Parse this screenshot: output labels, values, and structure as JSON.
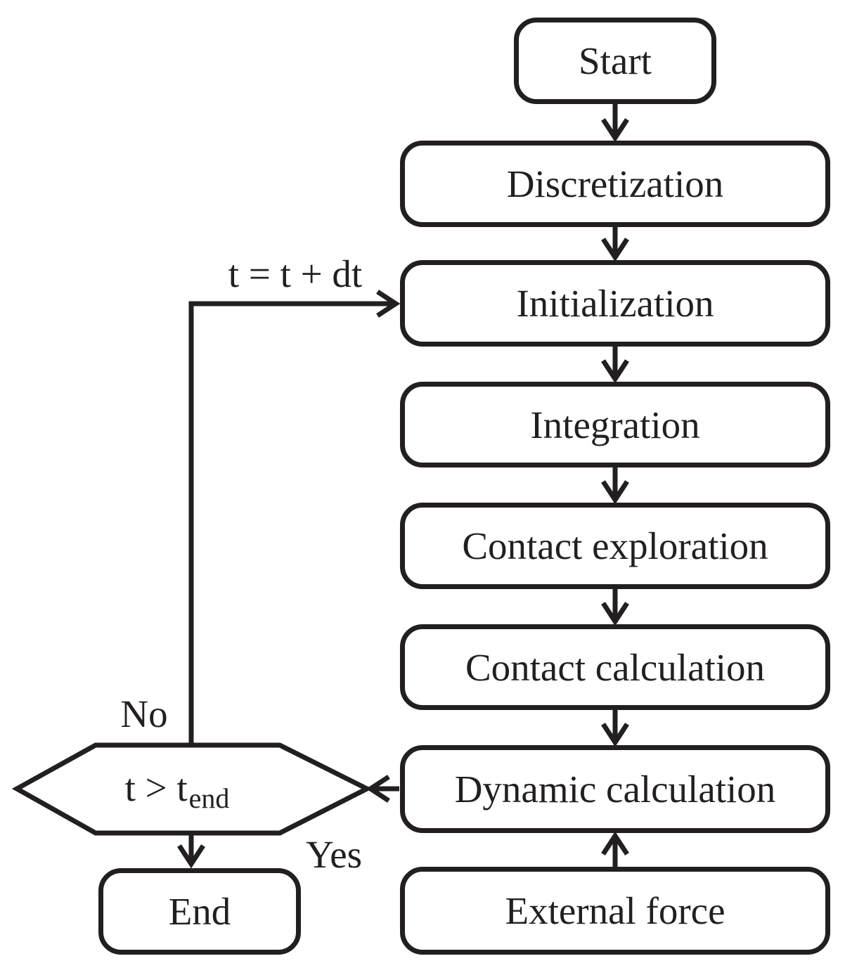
{
  "colors": {
    "ink": "#231f20",
    "background": "#ffffff"
  },
  "nodes": {
    "start": {
      "label": "Start"
    },
    "discretization": {
      "label": "Discretization"
    },
    "initialization": {
      "label": "Initialization"
    },
    "integration": {
      "label": "Integration"
    },
    "contact_exploration": {
      "label": "Contact exploration"
    },
    "contact_calculation": {
      "label": "Contact calculation"
    },
    "dynamic_calculation": {
      "label": "Dynamic calculation"
    },
    "external_force": {
      "label": "External force"
    },
    "decision": {
      "label_main": "t > t",
      "label_sub": "end"
    },
    "end": {
      "label": "End"
    }
  },
  "edge_labels": {
    "loop": "t = t + dt",
    "no": "No",
    "yes": "Yes"
  }
}
